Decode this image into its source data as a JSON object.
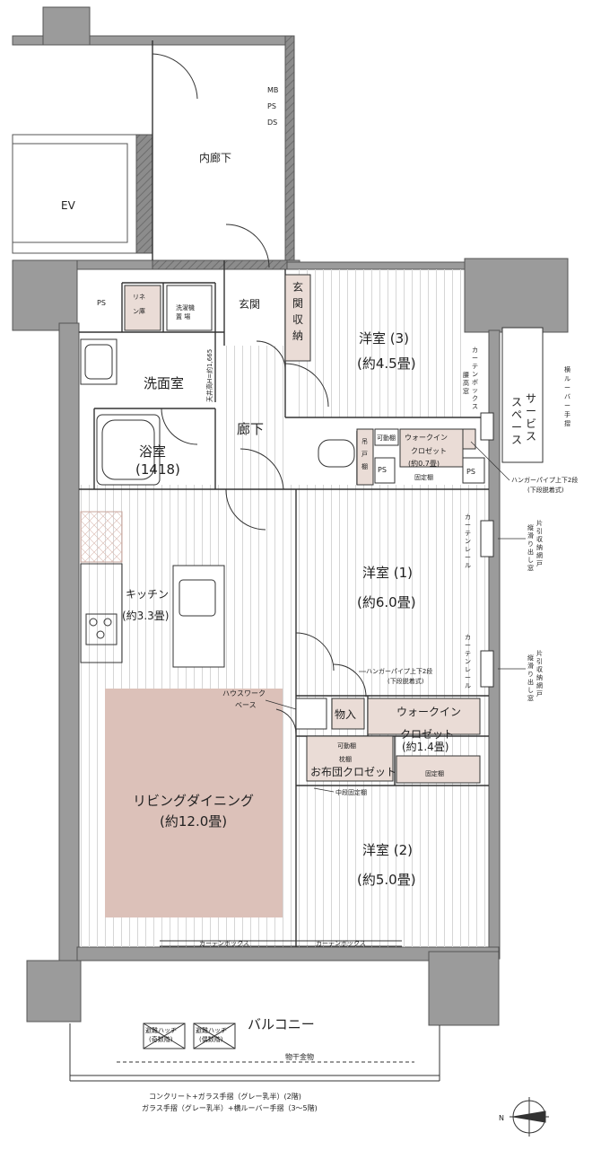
{
  "rooms": {
    "mb_ps_ds": [
      "MB",
      "PS",
      "DS"
    ],
    "inner_corridor": "内廊下",
    "ev": "EV",
    "ps_a": "PS",
    "linen": [
      "リネ",
      "ン庫"
    ],
    "washer": [
      "洗濯機",
      "置 場"
    ],
    "genkan": "玄関",
    "genkan_storage": [
      "玄",
      "関",
      "収",
      "納"
    ],
    "western3_name": "洋室 (3)",
    "western3_size": "(約4.5畳)",
    "washroom": "洗面室",
    "ceiling_note": "天井高H=約1,665",
    "corridor": "廊下",
    "bath_name": "浴室",
    "bath_size": "(1418)",
    "hanging_shelf": [
      "吊",
      "戸",
      "棚"
    ],
    "movable_shelf_small": "可動棚",
    "wic1": [
      "ウォークイン",
      "クロゼット",
      "(約0.7畳)"
    ],
    "fixed_shelf_1": "固定棚",
    "ps_b": "PS",
    "ps_c": "PS",
    "service_space": [
      "サ",
      "ー",
      "ビ",
      "ス",
      "ス",
      "ペ",
      "ー",
      "ス"
    ],
    "louver_rail": [
      "横",
      "ル",
      "ー",
      "バ",
      "ー",
      "手",
      "摺"
    ],
    "curtain_box_v": [
      "カ",
      "ー",
      "テ",
      "ン",
      "ボ",
      "ッ",
      "ク",
      "ス"
    ],
    "koshidaka": [
      "腰",
      "高",
      "窓"
    ],
    "hanger_note_1": "ハンガーパイプ上下2段",
    "hanger_note_1b": "(下段脱着式)",
    "kitchen_name": "キッチン",
    "kitchen_size": "(約3.3畳)",
    "western1_name": "洋室 (1)",
    "western1_size": "(約6.0畳)",
    "curtain_rail": [
      "カ",
      "ー",
      "テ",
      "ン",
      "レ",
      "ー",
      "ル"
    ],
    "sliding_window": [
      "片",
      "引",
      "収",
      "納",
      "網",
      "戸"
    ],
    "sliding_window2": [
      "縦",
      "滑",
      "り",
      "出",
      "し",
      "窓"
    ],
    "hanger_note_2": "ハンガーパイプ上下2段",
    "hanger_note_2b": "(下段脱着式)",
    "house_work": [
      "ハウスワーク",
      "ベース"
    ],
    "storage_in": "物入",
    "wic2": [
      "ウォークイン",
      "クロゼット",
      "(約1.4畳)"
    ],
    "movable_shelf": "可動棚",
    "pillow_shelf": "枕棚",
    "futon_closet": "お布団クロゼット",
    "fixed_shelf_2": "固定棚",
    "mid_fixed_shelf": "中段固定棚",
    "living_name": "リビングダイニング",
    "living_size": "(約12.0畳)",
    "western2_name": "洋室 (2)",
    "western2_size": "(約5.0畳)",
    "curtain_box_1": "カーテンボックス",
    "curtain_box_2": "カーテンボックス",
    "balcony": "バルコニー",
    "hatch1": [
      "避難ハッチ",
      "(奇数階)"
    ],
    "hatch2": [
      "避難ハッチ",
      "(偶数階)"
    ],
    "laundry_rail": "物干金物",
    "note_line1": "コンクリート+ガラス手摺（グレー乳半）(2階)",
    "note_line2": "ガラス手摺（グレー乳半）+横ルーバー手摺（3〜5階)",
    "compass": "N"
  },
  "colors": {
    "wall": "#9b9b9b",
    "wall_stroke": "#555555",
    "living_fill": "#dcc1b9",
    "storage_fill": "#eadcd6",
    "floor_line": "#cfcfcf",
    "line": "#333333"
  }
}
